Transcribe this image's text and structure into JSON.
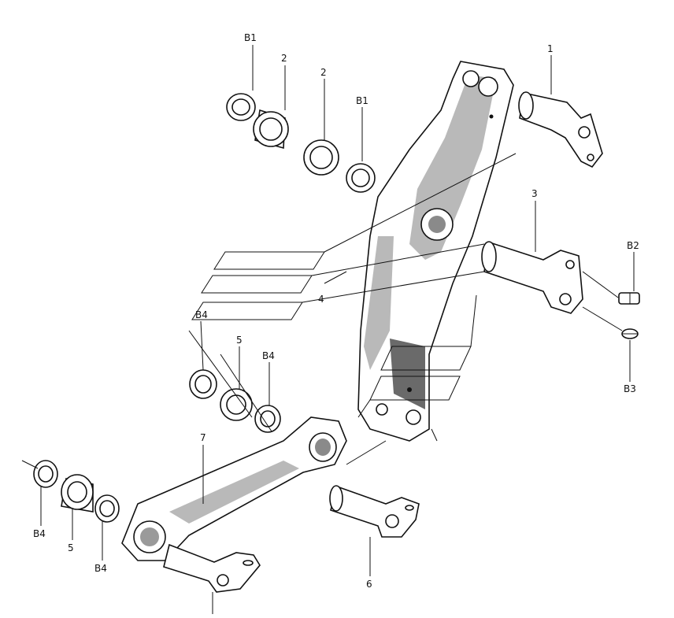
{
  "callouts": {
    "b1_top_left": "B1",
    "bush_2_left": "2",
    "bush_2_right": "2",
    "b1_top_right": "B1",
    "pin_1": "1",
    "pin_3": "3",
    "b2": "B2",
    "b3": "B3",
    "lever_4": "4",
    "b4_mid_left": "B4",
    "bush_5_mid": "5",
    "b4_mid_right": "B4",
    "link_7": "7",
    "b4_low_left": "B4",
    "bush_5_low": "5",
    "b4_low_right": "B4",
    "pin_6": "6"
  }
}
